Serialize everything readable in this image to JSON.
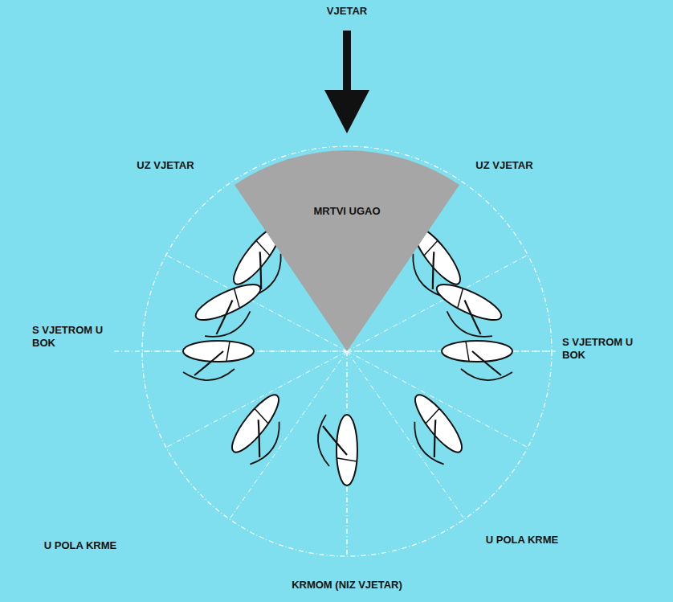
{
  "diagram": {
    "nodes": [
      {
        "text": [
          "MRTVI UGAO"
        ]
      }
    ],
    "labels": [
      "VJETAR",
      "UZ VJETAR",
      "UZ VJETAR",
      "S VJETROM U BOK",
      "S VJETROM U BOK",
      "U POLA KRME",
      "U POLA KRME",
      "KRMOM (NIZ VJETAR)"
    ]
  }
}
